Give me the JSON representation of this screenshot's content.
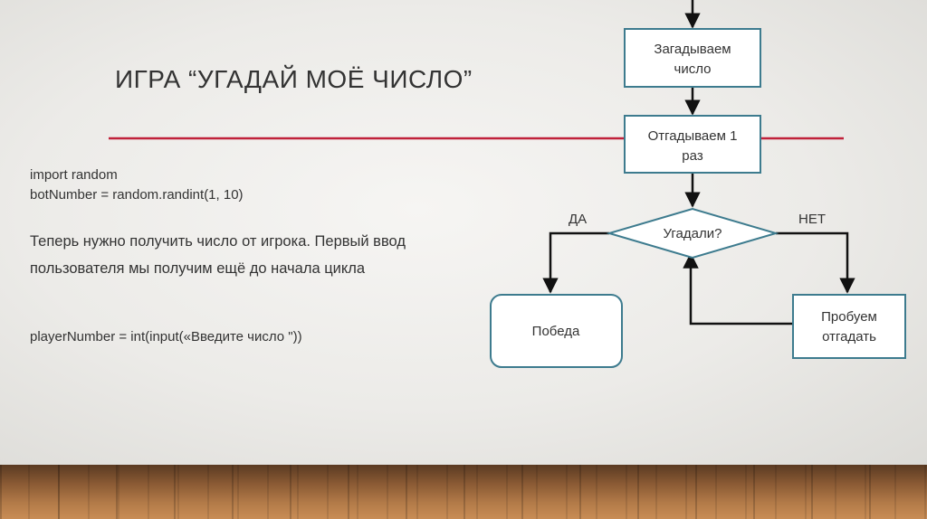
{
  "title": "ИГРА “УГАДАЙ МОЁ ЧИСЛО”",
  "code": {
    "line1": "import random",
    "line2": "botNumber = random.randint(1, 10)",
    "player_line": "playerNumber = int(input(«Введите число \"))"
  },
  "paragraph": "Теперь нужно получить число от игрока. Первый ввод пользователя мы получим ещё до начала цикла",
  "colors": {
    "accent_line": "#c0213a",
    "node_border": "#3d7b8e",
    "arrow": "#111111"
  },
  "flowchart": {
    "node1": [
      "Загадываем",
      "число"
    ],
    "node2": [
      "Отгадываем 1",
      "раз"
    ],
    "decision": "Угадали?",
    "yes_label": "ДА",
    "no_label": "НЕТ",
    "win": "Победа",
    "retry": [
      "Пробуем",
      "отгадать"
    ]
  }
}
